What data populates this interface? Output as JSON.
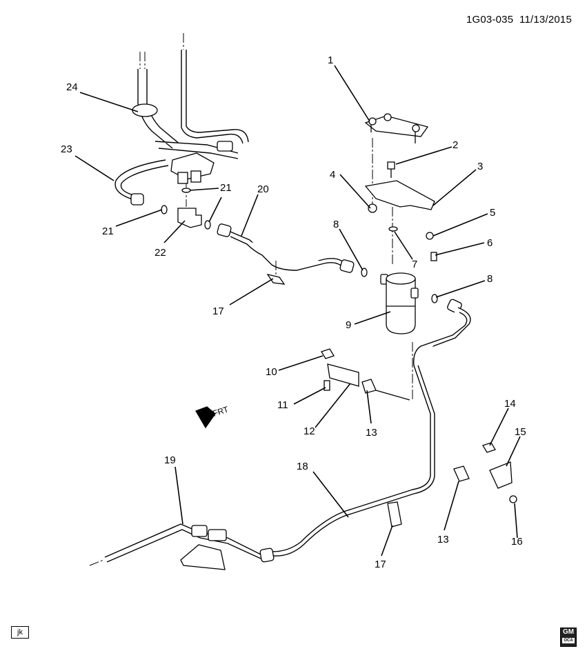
{
  "header": {
    "diagram_id": "1G03-035",
    "date": "11/13/2015"
  },
  "direction_label": "FRT",
  "callouts": {
    "c1": "1",
    "c2": "2",
    "c3": "3",
    "c4": "4",
    "c5": "5",
    "c6": "6",
    "c7": "7",
    "c8a": "8",
    "c8b": "8",
    "c9": "9",
    "c10": "10",
    "c11": "11",
    "c12": "12",
    "c13a": "13",
    "c13b": "13",
    "c14": "14",
    "c15": "15",
    "c16": "16",
    "c17a": "17",
    "c17b": "17",
    "c18": "18",
    "c19": "19",
    "c20": "20",
    "c21a": "21",
    "c21b": "21",
    "c22": "22",
    "c23": "23",
    "c24": "24"
  },
  "footer": {
    "badge": "jk",
    "logo": "GM",
    "logo_sub": "OCA"
  }
}
